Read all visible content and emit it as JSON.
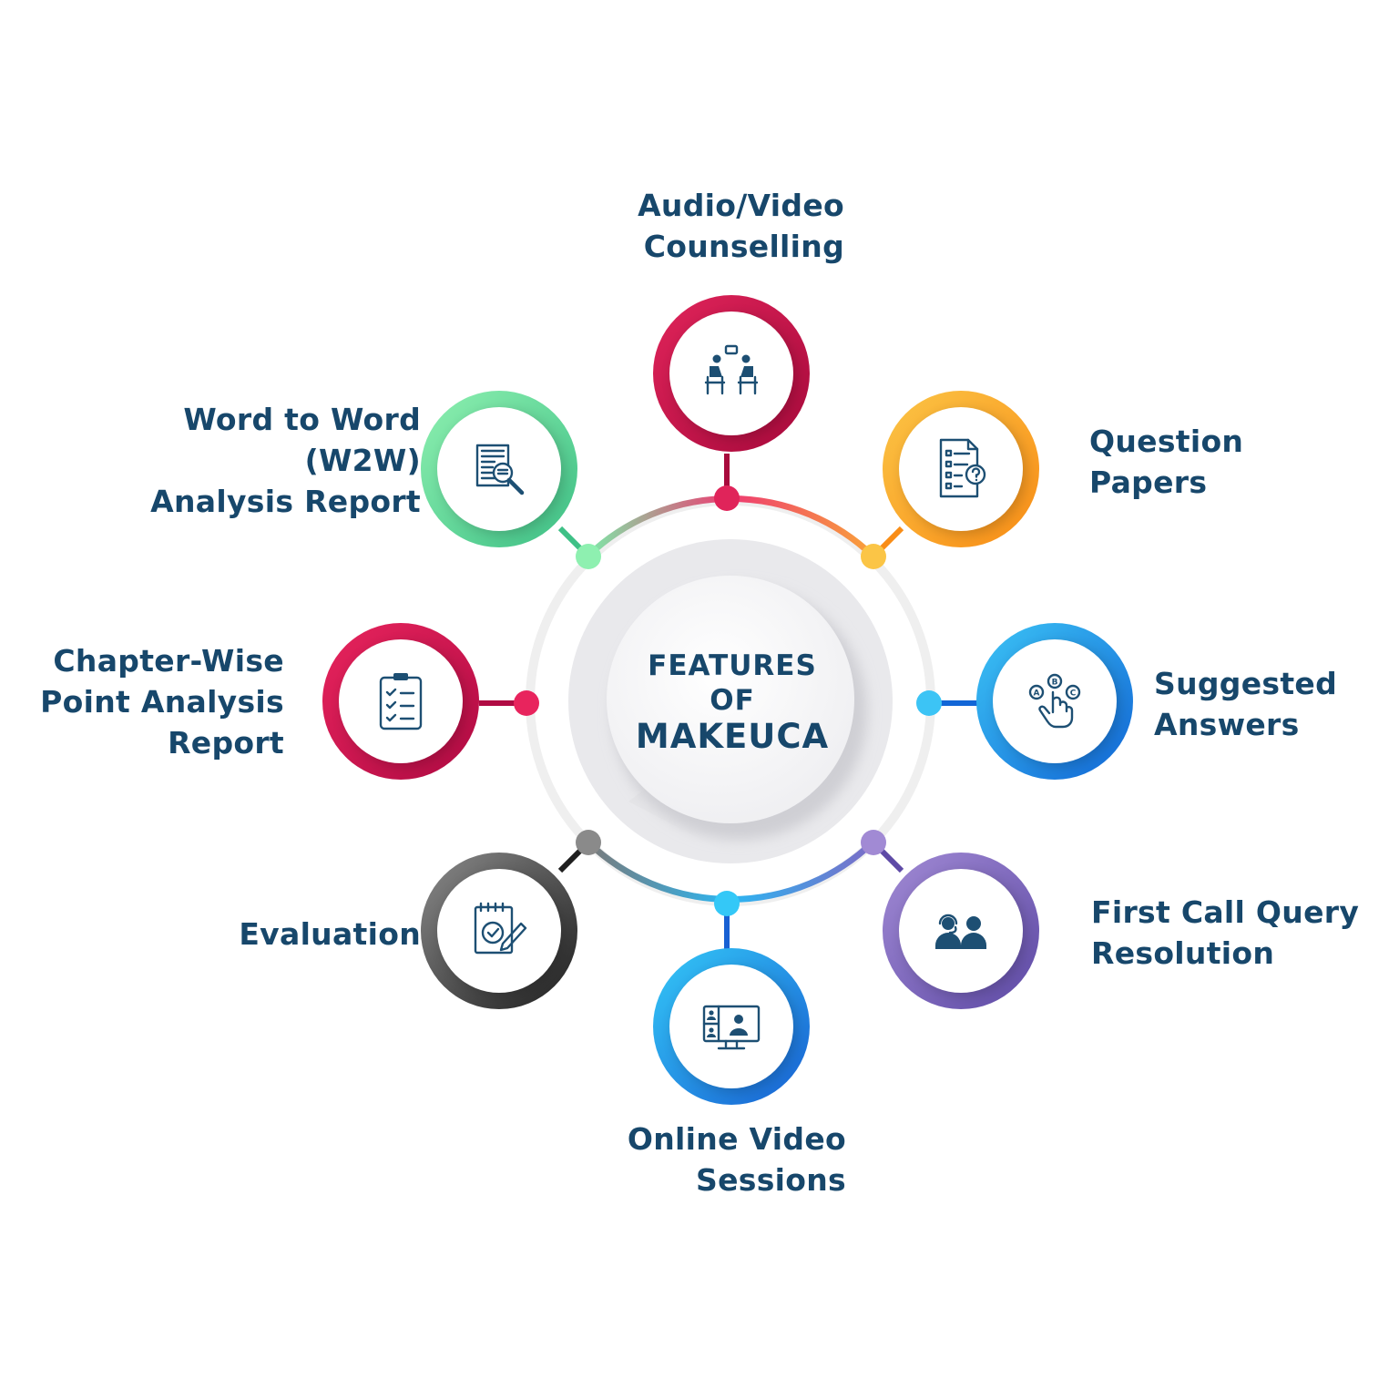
{
  "center": {
    "line1": "FEATURES",
    "line2": "OF",
    "line3": "MAKEUCA"
  },
  "features": [
    {
      "id": "audio-video-counselling",
      "lines": [
        "Audio/Video",
        "Counselling"
      ],
      "icon": "counselling-icon",
      "colors": [
        "#e0245a",
        "#a80a3c"
      ]
    },
    {
      "id": "question-papers",
      "lines": [
        "Question",
        "Papers"
      ],
      "icon": "question-paper-icon",
      "colors": [
        "#fbc546",
        "#f98d16"
      ]
    },
    {
      "id": "suggested-answers",
      "lines": [
        "Suggested",
        "Answers"
      ],
      "icon": "abc-choice-icon",
      "colors": [
        "#3cc4f5",
        "#1266d6"
      ]
    },
    {
      "id": "first-call-query-resolution",
      "lines": [
        "First Call Query",
        "Resolution"
      ],
      "icon": "support-agents-icon",
      "colors": [
        "#a18ad4",
        "#5e4aa6"
      ]
    },
    {
      "id": "online-video-sessions",
      "lines": [
        "Online Video",
        "Sessions"
      ],
      "icon": "video-conference-icon",
      "colors": [
        "#34c8f7",
        "#1860d3"
      ]
    },
    {
      "id": "evaluation",
      "lines": [
        "Evaluation"
      ],
      "icon": "evaluation-icon",
      "colors": [
        "#8a8a8a",
        "#1f1f1f"
      ]
    },
    {
      "id": "chapter-wise-point-analysis-report",
      "lines": [
        "Chapter-Wise",
        "Point Analysis",
        "Report"
      ],
      "icon": "checklist-clipboard-icon",
      "colors": [
        "#e8245d",
        "#b00b43"
      ]
    },
    {
      "id": "w2w-analysis-report",
      "lines": [
        "Word to Word",
        "(W2W)",
        "Analysis Report"
      ],
      "icon": "document-search-icon",
      "colors": [
        "#8ef0b0",
        "#3ec086"
      ]
    }
  ],
  "colors": {
    "text": "#17476b",
    "icon": "#1d4f73",
    "ring": "#eeeeee"
  }
}
